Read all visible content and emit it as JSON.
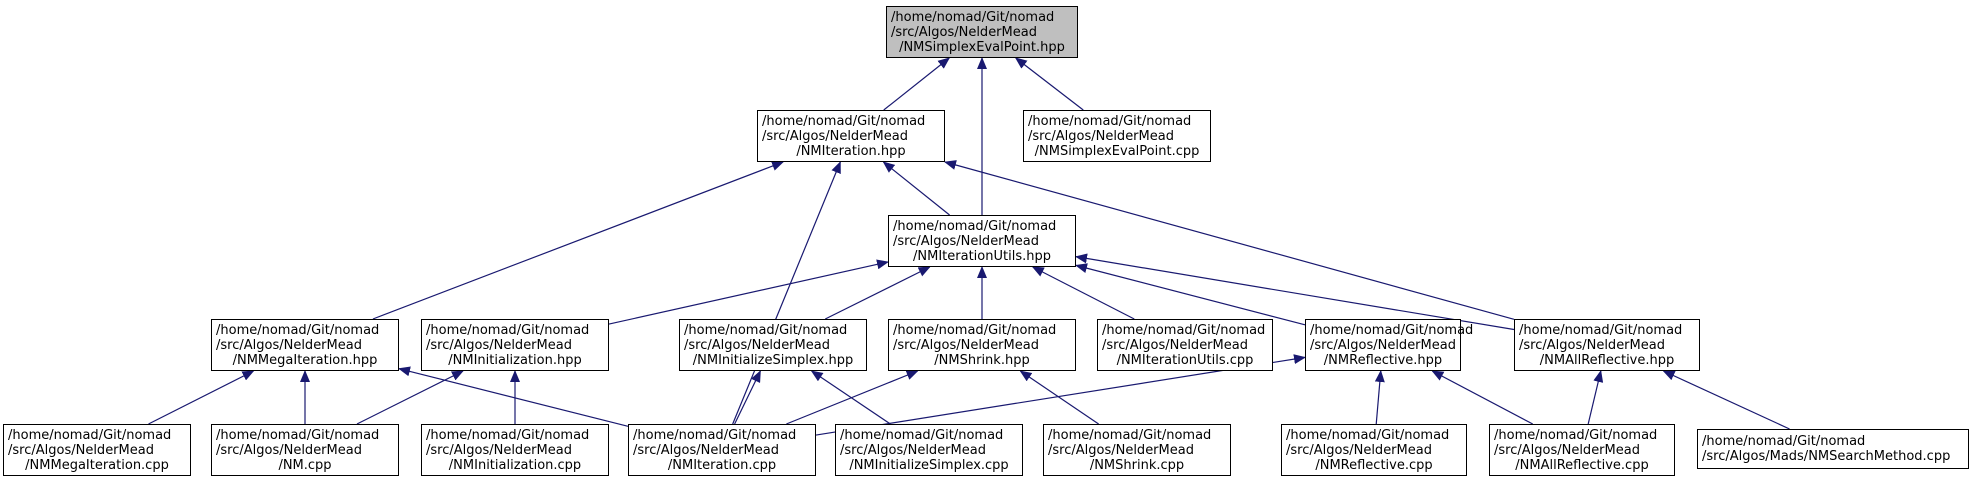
{
  "colors": {
    "edge": "#191970",
    "root_fill": "#bfbfbf",
    "node_fill": "#ffffff",
    "border": "#000000"
  },
  "nodes": {
    "simplex_eval_point_hpp": {
      "l1": "/home/nomad/Git/nomad",
      "l2": "/src/Algos/NelderMead",
      "l3": "/NMSimplexEvalPoint.hpp"
    },
    "iteration_hpp": {
      "l1": "/home/nomad/Git/nomad",
      "l2": "/src/Algos/NelderMead",
      "l3": "/NMIteration.hpp"
    },
    "simplex_eval_point_cpp": {
      "l1": "/home/nomad/Git/nomad",
      "l2": "/src/Algos/NelderMead",
      "l3": "/NMSimplexEvalPoint.cpp"
    },
    "iteration_utils_hpp": {
      "l1": "/home/nomad/Git/nomad",
      "l2": "/src/Algos/NelderMead",
      "l3": "/NMIterationUtils.hpp"
    },
    "mega_iteration_hpp": {
      "l1": "/home/nomad/Git/nomad",
      "l2": "/src/Algos/NelderMead",
      "l3": "/NMMegaIteration.hpp"
    },
    "initialization_hpp": {
      "l1": "/home/nomad/Git/nomad",
      "l2": "/src/Algos/NelderMead",
      "l3": "/NMInitialization.hpp"
    },
    "initialize_simplex_hpp": {
      "l1": "/home/nomad/Git/nomad",
      "l2": "/src/Algos/NelderMead",
      "l3": "/NMInitializeSimplex.hpp"
    },
    "shrink_hpp": {
      "l1": "/home/nomad/Git/nomad",
      "l2": "/src/Algos/NelderMead",
      "l3": "/NMShrink.hpp"
    },
    "iteration_utils_cpp": {
      "l1": "/home/nomad/Git/nomad",
      "l2": "/src/Algos/NelderMead",
      "l3": "/NMIterationUtils.cpp"
    },
    "reflective_hpp": {
      "l1": "/home/nomad/Git/nomad",
      "l2": "/src/Algos/NelderMead",
      "l3": "/NMReflective.hpp"
    },
    "all_reflective_hpp": {
      "l1": "/home/nomad/Git/nomad",
      "l2": "/src/Algos/NelderMead",
      "l3": "/NMAllReflective.hpp"
    },
    "mega_iteration_cpp": {
      "l1": "/home/nomad/Git/nomad",
      "l2": "/src/Algos/NelderMead",
      "l3": "/NMMegaIteration.cpp"
    },
    "nm_cpp": {
      "l1": "/home/nomad/Git/nomad",
      "l2": "/src/Algos/NelderMead",
      "l3": "/NM.cpp"
    },
    "initialization_cpp": {
      "l1": "/home/nomad/Git/nomad",
      "l2": "/src/Algos/NelderMead",
      "l3": "/NMInitialization.cpp"
    },
    "iteration_cpp": {
      "l1": "/home/nomad/Git/nomad",
      "l2": "/src/Algos/NelderMead",
      "l3": "/NMIteration.cpp"
    },
    "initialize_simplex_cpp": {
      "l1": "/home/nomad/Git/nomad",
      "l2": "/src/Algos/NelderMead",
      "l3": "/NMInitializeSimplex.cpp"
    },
    "shrink_cpp": {
      "l1": "/home/nomad/Git/nomad",
      "l2": "/src/Algos/NelderMead",
      "l3": "/NMShrink.cpp"
    },
    "reflective_cpp": {
      "l1": "/home/nomad/Git/nomad",
      "l2": "/src/Algos/NelderMead",
      "l3": "/NMReflective.cpp"
    },
    "all_reflective_cpp": {
      "l1": "/home/nomad/Git/nomad",
      "l2": "/src/Algos/NelderMead",
      "l3": "/NMAllReflective.cpp"
    },
    "search_method_cpp": {
      "l1": "/home/nomad/Git/nomad",
      "l2": "/src/Algos/Mads/NMSearchMethod.cpp"
    }
  },
  "edges": [
    [
      "iteration_hpp",
      "simplex_eval_point_hpp"
    ],
    [
      "iteration_utils_hpp",
      "simplex_eval_point_hpp"
    ],
    [
      "simplex_eval_point_cpp",
      "simplex_eval_point_hpp"
    ],
    [
      "iteration_utils_hpp",
      "iteration_hpp"
    ],
    [
      "mega_iteration_hpp",
      "iteration_hpp"
    ],
    [
      "iteration_cpp",
      "iteration_hpp"
    ],
    [
      "all_reflective_hpp",
      "iteration_hpp"
    ],
    [
      "initialization_hpp",
      "iteration_utils_hpp"
    ],
    [
      "initialize_simplex_hpp",
      "iteration_utils_hpp"
    ],
    [
      "shrink_hpp",
      "iteration_utils_hpp"
    ],
    [
      "iteration_utils_cpp",
      "iteration_utils_hpp"
    ],
    [
      "reflective_hpp",
      "iteration_utils_hpp"
    ],
    [
      "all_reflective_hpp",
      "iteration_utils_hpp"
    ],
    [
      "mega_iteration_cpp",
      "mega_iteration_hpp"
    ],
    [
      "nm_cpp",
      "mega_iteration_hpp"
    ],
    [
      "iteration_cpp",
      "mega_iteration_hpp"
    ],
    [
      "nm_cpp",
      "initialization_hpp"
    ],
    [
      "initialization_cpp",
      "initialization_hpp"
    ],
    [
      "iteration_cpp",
      "initialize_simplex_hpp"
    ],
    [
      "initialize_simplex_cpp",
      "initialize_simplex_hpp"
    ],
    [
      "iteration_cpp",
      "shrink_hpp"
    ],
    [
      "shrink_cpp",
      "shrink_hpp"
    ],
    [
      "iteration_cpp",
      "reflective_hpp"
    ],
    [
      "reflective_cpp",
      "reflective_hpp"
    ],
    [
      "all_reflective_cpp",
      "reflective_hpp"
    ],
    [
      "all_reflective_cpp",
      "all_reflective_hpp"
    ],
    [
      "search_method_cpp",
      "all_reflective_hpp"
    ]
  ]
}
